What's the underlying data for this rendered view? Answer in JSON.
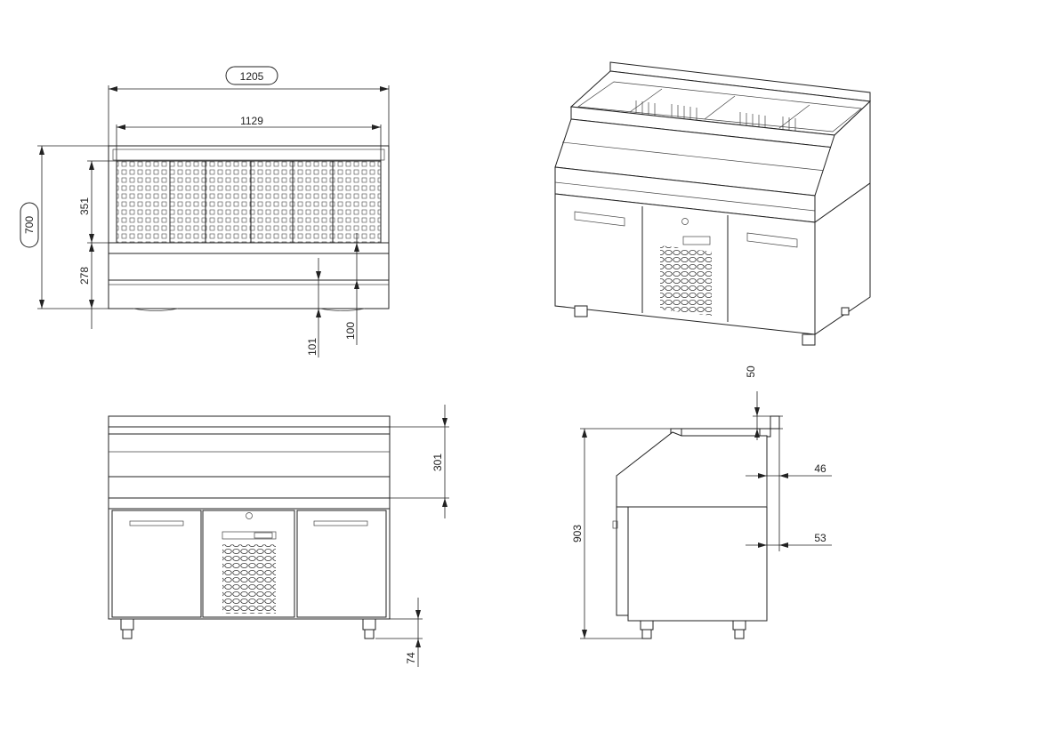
{
  "dimensions": {
    "width_overall": "1205",
    "width_inner": "1129",
    "height_top_view": "700",
    "height_display": "351",
    "height_lower": "278",
    "offset_101": "101",
    "offset_100": "100",
    "height_upper_front": "301",
    "height_feet": "74",
    "height_total": "903",
    "top_lip": "50",
    "depth_46": "46",
    "depth_53": "53"
  },
  "colors": {
    "line": "#222222",
    "background": "#ffffff"
  }
}
